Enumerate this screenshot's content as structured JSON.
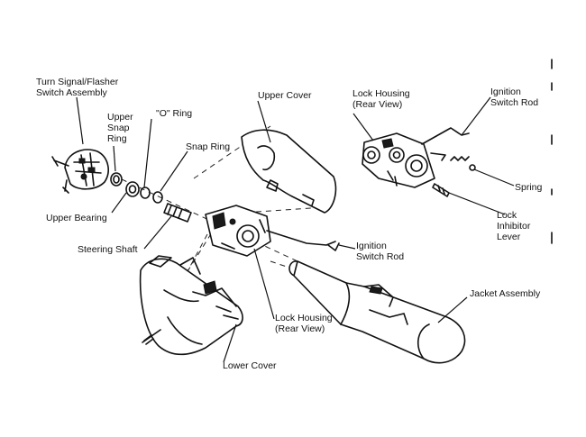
{
  "diagram": {
    "labels": {
      "turn_signal": "Turn Signal/Flasher\nSwitch Assembly",
      "upper_snap_ring": "Upper\nSnap\nRing",
      "o_ring": "\"O\" Ring",
      "upper_cover": "Upper Cover",
      "snap_ring": "Snap Ring",
      "upper_bearing": "Upper Bearing",
      "steering_shaft": "Steering Shaft",
      "lock_housing_top": "Lock Housing\n(Rear View)",
      "ignition_switch_rod_top": "Ignition\nSwitch Rod",
      "spring": "Spring",
      "lock_inhibitor_lever": "Lock\nInhibitor\nLever",
      "ignition_switch_rod_mid": "Ignition\nSwitch Rod",
      "jacket_assembly": "Jacket Assembly",
      "lock_housing_mid": "Lock Housing\n(Rear View)",
      "lower_cover": "Lower Cover"
    }
  }
}
